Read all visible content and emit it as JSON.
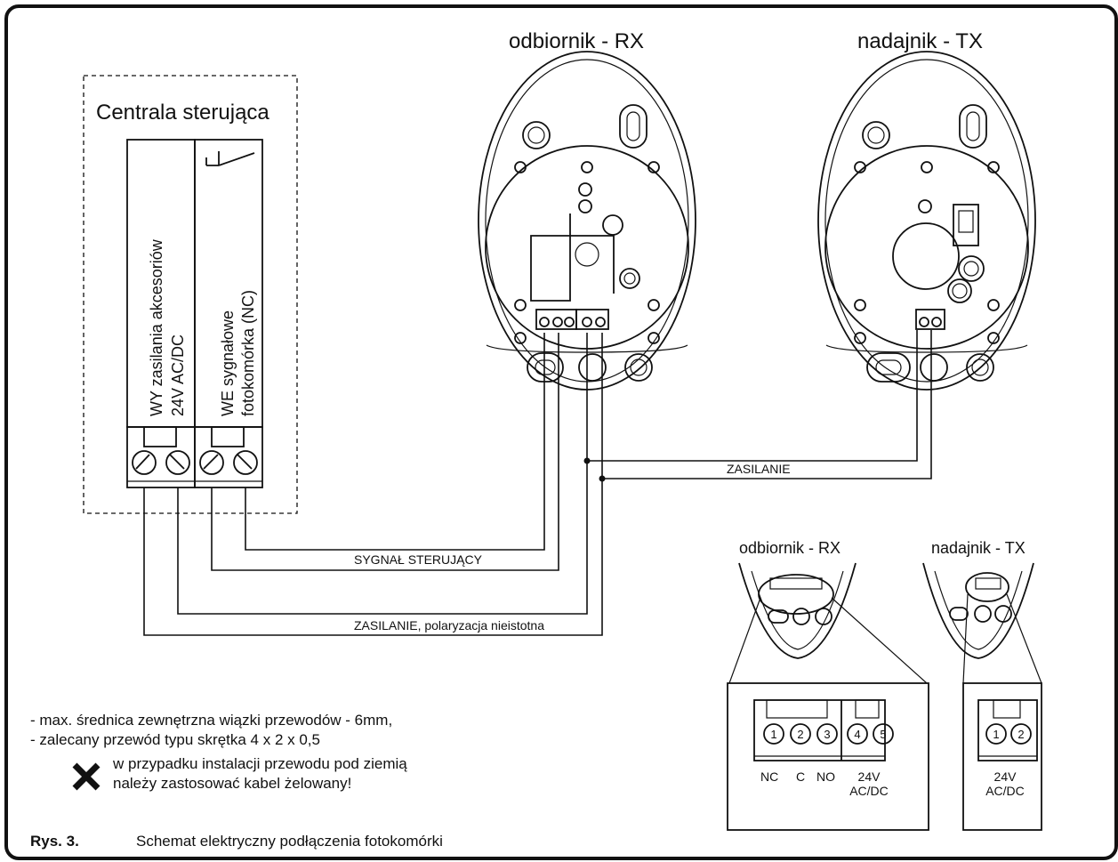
{
  "receiver_title": "odbiornik - RX",
  "transmitter_title": "nadajnik - TX",
  "control_unit": {
    "title": "Centrala sterująca",
    "output_label_line1": "WY zasilania akcesoriów",
    "output_label_line2": "24V AC/DC",
    "input_label_line1": "WE sygnałowe",
    "input_label_line2": "fotokomórka (NC)"
  },
  "wires": {
    "signal_label": "SYGNAŁ  STERUJĄCY",
    "power_label": "ZASILANIE, polaryzacja nieistotna",
    "tx_power_label": "ZASILANIE"
  },
  "detail": {
    "rx_title": "odbiornik - RX",
    "tx_title": "nadajnik - TX",
    "rx_terminals": [
      "1",
      "2",
      "3",
      "4",
      "5"
    ],
    "rx_labels": [
      "NC",
      "C",
      "NO"
    ],
    "rx_power_line1": "24V",
    "rx_power_line2": "AC/DC",
    "tx_terminals": [
      "1",
      "2"
    ],
    "tx_power_line1": "24V",
    "tx_power_line2": "AC/DC"
  },
  "notes": {
    "line1": "- max. średnica zewnętrzna wiązki przewodów - 6mm,",
    "line2": "- zalecany przewód typu skrętka 4 x 2 x 0,5",
    "warning_line1": "w przypadku instalacji przewodu pod ziemią",
    "warning_line2": "należy zastosować kabel żelowany!"
  },
  "caption": {
    "label": "Rys. 3.",
    "text": "Schemat elektryczny podłączenia fotokomórki"
  }
}
